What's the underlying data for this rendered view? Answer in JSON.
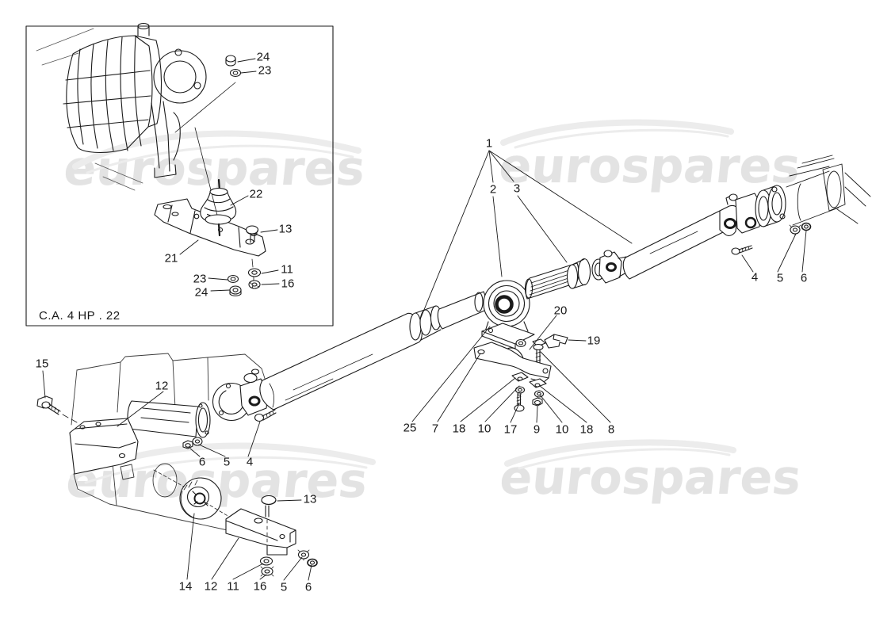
{
  "watermark": {
    "text": "eurospares"
  },
  "inset": {
    "caption": "C.A. 4 HP . 22",
    "callouts": [
      {
        "label": "24"
      },
      {
        "label": "23"
      },
      {
        "label": "22"
      },
      {
        "label": "13"
      },
      {
        "label": "21"
      },
      {
        "label": "23"
      },
      {
        "label": "24"
      },
      {
        "label": "11"
      },
      {
        "label": "16"
      }
    ]
  },
  "main": {
    "callouts": [
      {
        "label": "1"
      },
      {
        "label": "2"
      },
      {
        "label": "3"
      },
      {
        "label": "4"
      },
      {
        "label": "5"
      },
      {
        "label": "6"
      },
      {
        "label": "20"
      },
      {
        "label": "19"
      },
      {
        "label": "25"
      },
      {
        "label": "7"
      },
      {
        "label": "18"
      },
      {
        "label": "10"
      },
      {
        "label": "17"
      },
      {
        "label": "9"
      },
      {
        "label": "10"
      },
      {
        "label": "18"
      },
      {
        "label": "8"
      },
      {
        "label": "15"
      },
      {
        "label": "12"
      },
      {
        "label": "6"
      },
      {
        "label": "5"
      },
      {
        "label": "4"
      },
      {
        "label": "13"
      },
      {
        "label": "14"
      },
      {
        "label": "12"
      },
      {
        "label": "11"
      },
      {
        "label": "16"
      },
      {
        "label": "5"
      },
      {
        "label": "6"
      }
    ]
  }
}
